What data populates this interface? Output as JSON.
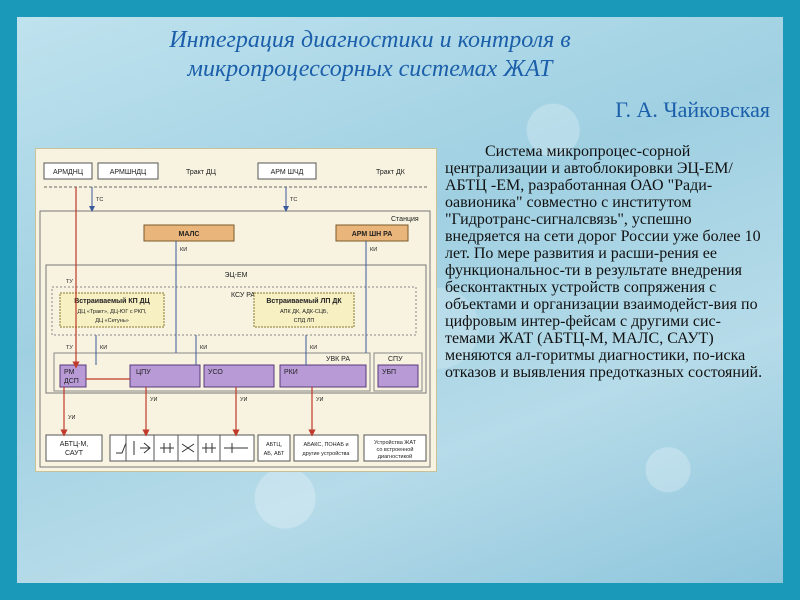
{
  "slide": {
    "title": "Интеграция диагностики и контроля в микропроцессорных системах ЖАТ",
    "author": "Г. А. Чайковская",
    "body": "Система микропроцес-сорной централизации и автоблокировки ЭЦ-ЕМ/АБТЦ -ЕМ, разработанная ОАО \"Ради-оавионика\" совместно с институтом \"Гидротранс-сигналсвязь\", успешно внедряется на сети дорог России уже более 10 лет. По мере развития и расши-рения ее функциональнос-ти в результате внедрения бесконтактных устройств сопряжения с объектами и организации взаимодейст-вия по цифровым интер-фейсам с другими сис-темами ЖАТ (АБТЦ-М, МАЛС, САУТ) меняются ал-горитмы диагностики, по-иска отказов и выявления предотказных состояний."
  },
  "diagram": {
    "armdnc": "АРМДНЦ",
    "armshndc": "АРМШНДЦ",
    "trakt_dc": "Тракт ДЦ",
    "arm_shchd": "АРМ ШЧД",
    "trakt_dk": "Тракт ДК",
    "station": "Станция",
    "mals": "МАЛС",
    "arm_shn_ra": "АРМ ШН РА",
    "ec_em": "ЭЦ-ЕМ",
    "ksu_ra": "КСУ РА",
    "kp_dc_title": "Встраиваемый КП ДЦ",
    "kp_dc_sub1": "ДЦ «Тракт», ДЦ-ЮГ с РКП,",
    "kp_dc_sub2": "ДЦ «Сетунь»",
    "lp_dk_title": "Встраиваемый ЛП ДК",
    "lp_dk_sub1": "АПК ДК, АДК-СЦБ,",
    "lp_dk_sub2": "СПД ЛП",
    "uvk_ra": "УВК РА",
    "spu": "СПУ",
    "rm_dsp_1": "РМ",
    "rm_dsp_2": "ДСП",
    "cpu": "ЦПУ",
    "uso": "УСО",
    "rki": "РКИ",
    "ubp": "УБП",
    "abtc_1": "АБТЦ-М,",
    "abtc_2": "САУТ",
    "abtc_ab_1": "АБТЦ,",
    "abtc_ab_2": "АБ, АБТ",
    "abaks_1": "АБАКС, ПОНАБ и",
    "abaks_2": "другие устройства",
    "ustr_1": "Устройства ЖАТ",
    "ustr_2": "со встроенной",
    "ustr_3": "диагностикой",
    "ts": "ТС",
    "tu": "ТУ",
    "ki": "КИ",
    "ui": "УИ"
  }
}
